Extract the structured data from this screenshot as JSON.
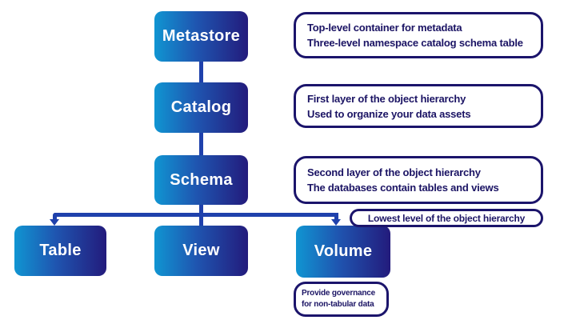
{
  "colors": {
    "node_gradient_start": "#1095D2",
    "node_gradient_end": "#231B7C",
    "connector_blue": "#1F41AC",
    "note_border_navy": "#1B146B",
    "note_text_navy": "#1B1464",
    "node_label_white": "#ffffff",
    "background": "#ffffff"
  },
  "nodes": [
    {
      "id": "metastore",
      "label": "Metastore"
    },
    {
      "id": "catalog",
      "label": "Catalog"
    },
    {
      "id": "schema",
      "label": "Schema"
    },
    {
      "id": "table",
      "label": "Table"
    },
    {
      "id": "view",
      "label": "View"
    },
    {
      "id": "volume",
      "label": "Volume"
    }
  ],
  "notes": {
    "metastore": {
      "line1": "Top-level container for metadata",
      "line2": "Three-level namespace catalog schema table"
    },
    "catalog": {
      "line1": "First layer of the object hierarchy",
      "line2": "Used to organize your data assets"
    },
    "schema": {
      "line1": "Second layer of the object hierarchy",
      "line2": "The databases contain tables and views"
    },
    "lowest": {
      "text": "Lowest level of the object hierarchy"
    },
    "volume": {
      "line1": "Provide governance",
      "line2": "for non-tabular data"
    }
  }
}
